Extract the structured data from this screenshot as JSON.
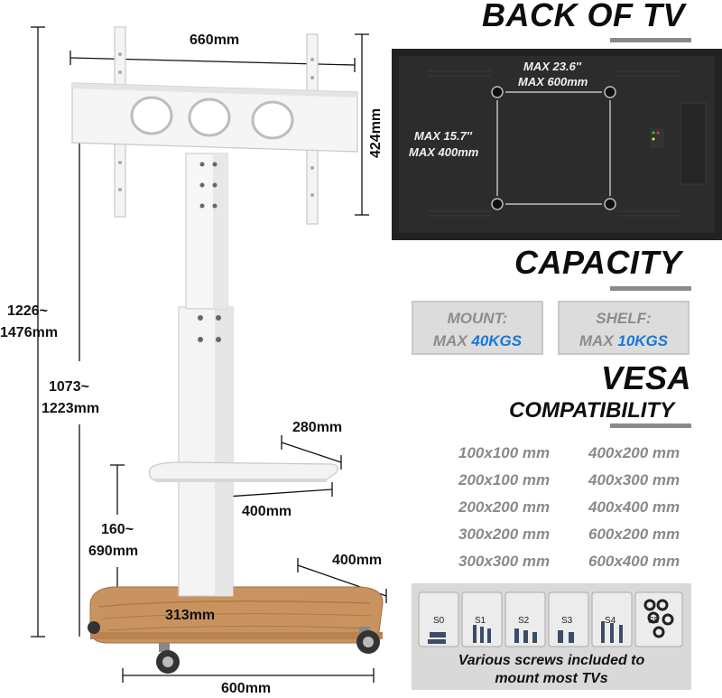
{
  "stand": {
    "dimensions": {
      "mount_width": "660mm",
      "mount_height": "424mm",
      "total_height_line1": "1226~",
      "total_height_line2": "1476mm",
      "column_height_line1": "1073~",
      "column_height_line2": "1223mm",
      "shelf_depth": "280mm",
      "shelf_width": "400mm",
      "shelf_height_line1": "160~",
      "shelf_height_line2": "690mm",
      "base_depth": "400mm",
      "base_inner": "313mm",
      "base_width": "600mm"
    }
  },
  "back_of_tv": {
    "title": "BACK OF TV",
    "max_width_line1": "MAX 23.6″",
    "max_width_line2": "MAX 600mm",
    "max_height_line1": "MAX 15.7″",
    "max_height_line2": "MAX 400mm"
  },
  "capacity": {
    "title": "CAPACITY",
    "mount_label": "MOUNT:",
    "mount_prefix": "MAX ",
    "mount_value": "40KGS",
    "shelf_label": "SHELF:",
    "shelf_prefix": "MAX ",
    "shelf_value": "10KGS",
    "accent_color": "#1a78d8"
  },
  "vesa": {
    "title": "VESA",
    "subtitle": "COMPATIBILITY",
    "sizes_left": [
      "100x100 mm",
      "200x100 mm",
      "200x200 mm",
      "300x200 mm",
      "300x300 mm"
    ],
    "sizes_right": [
      "400x200 mm",
      "400x300 mm",
      "400x400 mm",
      "600x200 mm",
      "600x400 mm"
    ]
  },
  "screws": {
    "bag_labels": [
      "S0",
      "S1",
      "S2",
      "S3",
      "S4",
      "S5"
    ],
    "caption_line1": "Various screws included to",
    "caption_line2": "mount most TVs"
  }
}
